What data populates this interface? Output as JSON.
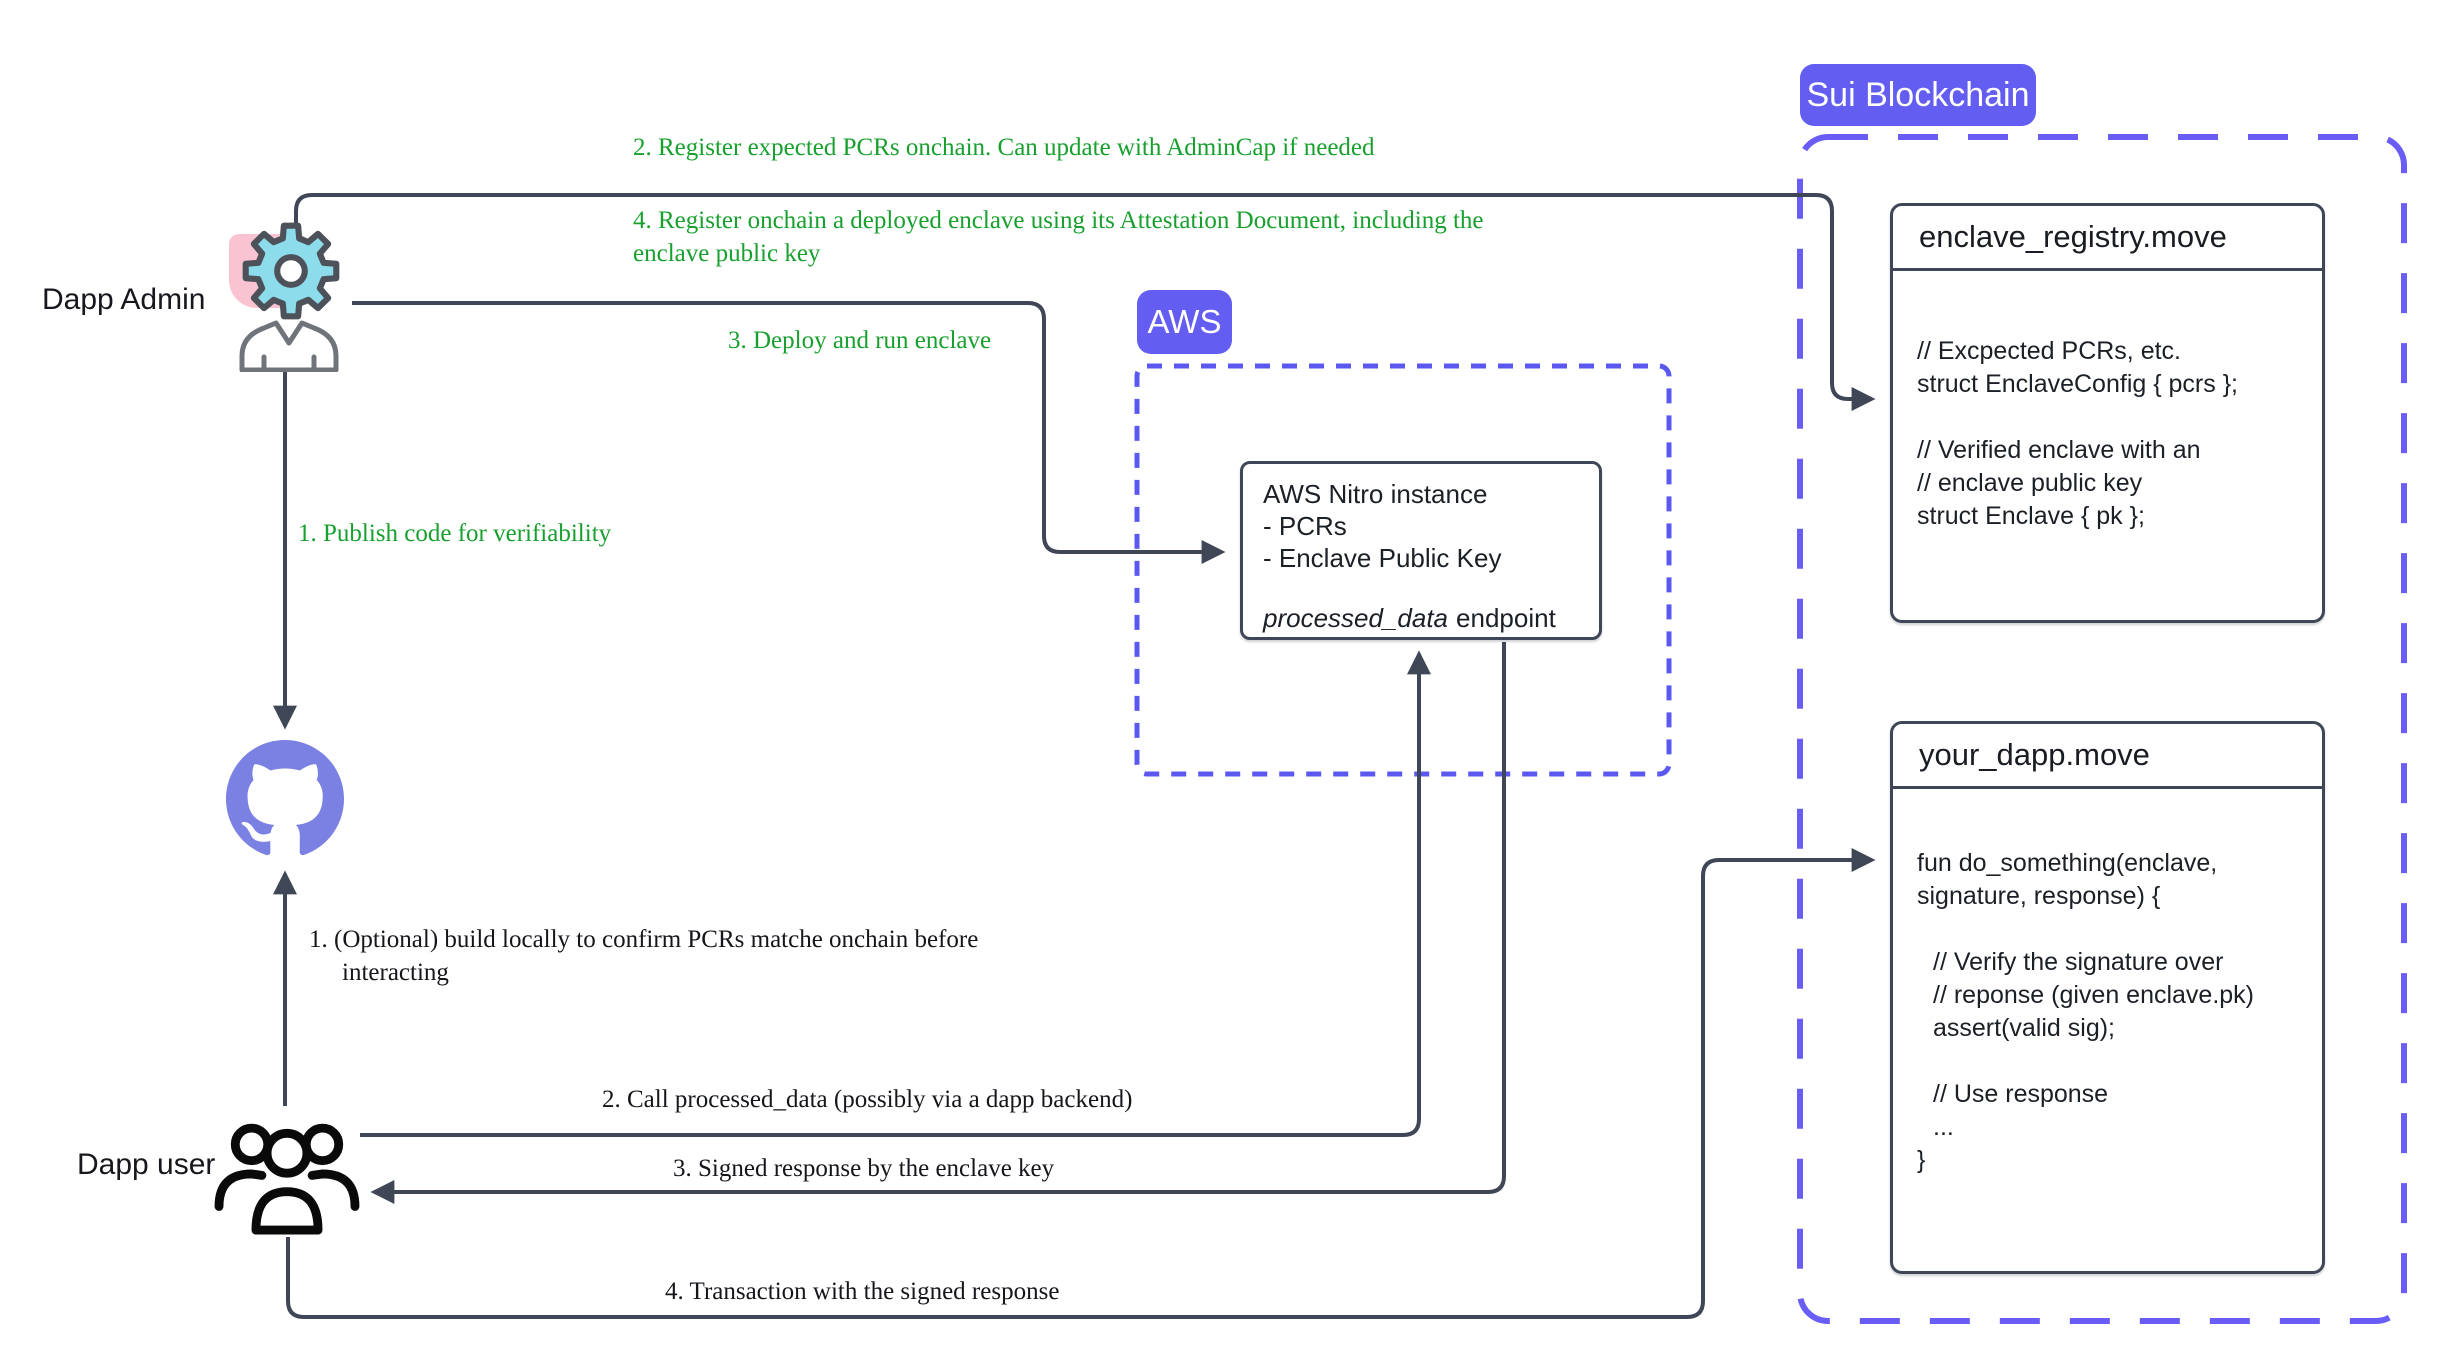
{
  "actors": {
    "admin_label": "Dapp Admin",
    "user_label": "Dapp user"
  },
  "admin_steps": {
    "publish": "1. Publish code for verifiability",
    "register_pcrs": "2. Register expected PCRs onchain. Can update with AdminCap if needed",
    "deploy": "3. Deploy and run enclave",
    "register_enclave_l1": "4. Register onchain a deployed enclave using its Attestation Document, including the",
    "register_enclave_l2": "enclave public key"
  },
  "user_steps": {
    "build_l1": "1. (Optional) build locally to confirm PCRs matche onchain before",
    "build_l2": "interacting",
    "call": "2. Call processed_data (possibly via a dapp backend)",
    "signed": "3. Signed response by the enclave key",
    "txn": "4. Transaction with the signed response"
  },
  "aws": {
    "badge": "AWS",
    "nitro": {
      "lines": [
        "AWS Nitro instance",
        "- PCRs",
        "- Enclave Public Key"
      ],
      "endpoint_italic": "processed_data",
      "endpoint_rest": "endpoint"
    }
  },
  "sui": {
    "badge": "Sui Blockchain",
    "registry": {
      "title": "enclave_registry.move",
      "lines": [
        "// Excpected PCRs, etc.",
        "struct EnclaveConfig { pcrs };",
        "",
        "// Verified enclave with an",
        "// enclave public key",
        "struct Enclave { pk };"
      ]
    },
    "dapp": {
      "title": "your_dapp.move",
      "lines": [
        "fun do_something(enclave,",
        "signature, response) {",
        "",
        "// Verify the signature over",
        "// reponse (given enclave.pk)",
        "assert(valid sig);",
        "",
        "// Use response",
        "...",
        "}"
      ]
    }
  },
  "colors": {
    "annotation_green": "#18a02e",
    "connector_dark": "#3f4756",
    "badge_purple": "#635df2",
    "aws_dash_border": "#5b58f2",
    "sui_dash_border": "#6a5df5",
    "github_purple": "#7b80e3",
    "gear_cyan": "#8ddceb",
    "chip_pink": "#f9c3d1"
  }
}
